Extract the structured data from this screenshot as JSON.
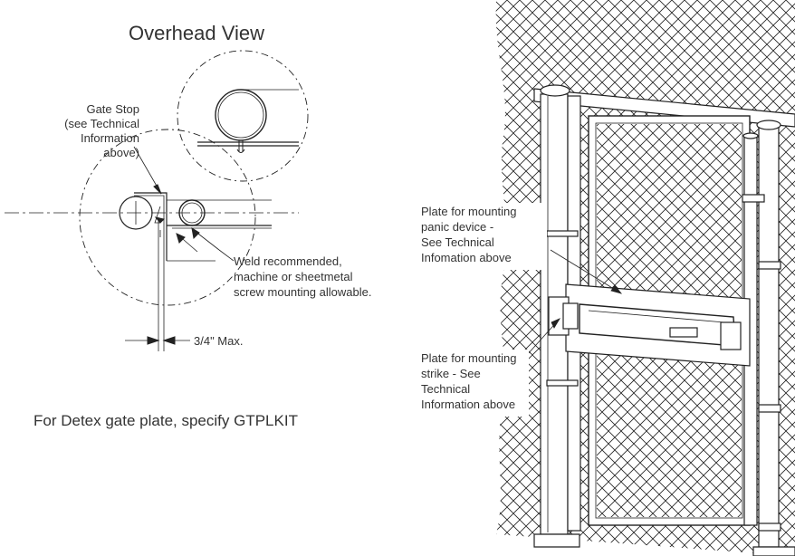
{
  "overhead": {
    "title": "Overhead View",
    "gate_stop": [
      "Gate Stop",
      "(see Technical",
      "Information",
      "above)"
    ],
    "weld": [
      "Weld recommended,",
      "machine or sheetmetal",
      "screw mounting allowable."
    ],
    "dimension": "3/4\" Max.",
    "note": "For Detex gate plate, specify GTPLKIT"
  },
  "gate": {
    "plate_panic": [
      "Plate for mounting",
      "panic device -",
      "See Technical",
      "Infomation above"
    ],
    "plate_strike": [
      "Plate for mounting",
      "strike - See",
      "Technical",
      "Information above"
    ]
  },
  "colors": {
    "line": "#222222",
    "text": "#333333"
  }
}
